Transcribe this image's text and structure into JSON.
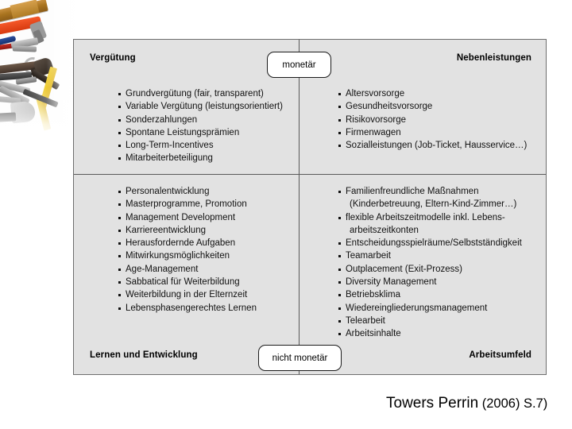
{
  "photo": {
    "alt": "photo of assorted hand tools: wooden plane, red pipe wrench, pliers, hammer, folding yellow ruler, trowel"
  },
  "matrix": {
    "center_pills": {
      "top": "monetär",
      "bottom": "nicht monetär"
    },
    "quadrants": {
      "top_left": {
        "label": "Vergütung",
        "label_position": "top-left",
        "items": [
          "Grundvergütung (fair, transparent)",
          "Variable Vergütung (leistungsorientiert)",
          "Sonderzahlungen",
          "Spontane Leistungsprämien",
          "Long-Term-Incentives",
          "Mitarbeiterbeteiligung"
        ]
      },
      "top_right": {
        "label": "Nebenleistungen",
        "label_position": "top-right",
        "items": [
          "Altersvorsorge",
          "Gesundheitsvorsorge",
          "Risikovorsorge",
          "Firmenwagen",
          "Sozialleistungen (Job-Ticket, Hausservice…)"
        ]
      },
      "bottom_left": {
        "label": "Lernen und Entwicklung",
        "label_position": "bottom-left",
        "items": [
          "Personalentwicklung",
          "Masterprogramme, Promotion",
          "Management Development",
          "Karriereentwicklung",
          "Herausfordernde Aufgaben",
          "Mitwirkungsmöglichkeiten",
          "Age-Management",
          "Sabbatical für Weiterbildung",
          "Weiterbildung in der Elternzeit",
          "Lebensphasengerechtes Lernen"
        ]
      },
      "bottom_right": {
        "label": "Arbeitsumfeld",
        "label_position": "bottom-right",
        "items": [
          "Familienfreundliche Maßnahmen",
          "(Kinderbetreuung, Eltern-Kind-Zimmer…)",
          "flexible Arbeitszeitmodelle inkl. Lebens-",
          "arbeitszeitkonten",
          "Entscheidungsspielräume/Selbstständigkeit",
          "Teamarbeit",
          "Outplacement (Exit-Prozess)",
          "Diversity Management",
          "Betriebsklima",
          "Wiedereingliederungsmanagement",
          "Telearbeit",
          "Arbeitsinhalte"
        ],
        "continuation_indices": [
          1,
          3
        ]
      }
    }
  },
  "caption": {
    "source": "Towers Perrin",
    "detail": " (2006) S.7)"
  },
  "colors": {
    "panel_fill": "#e2e2e2",
    "panel_border": "#6e6e6e",
    "divider": "#5a5a5a",
    "pill_fill": "#ffffff",
    "pill_border": "#1a1a1a",
    "text": "#111111",
    "page_background": "#ffffff"
  }
}
